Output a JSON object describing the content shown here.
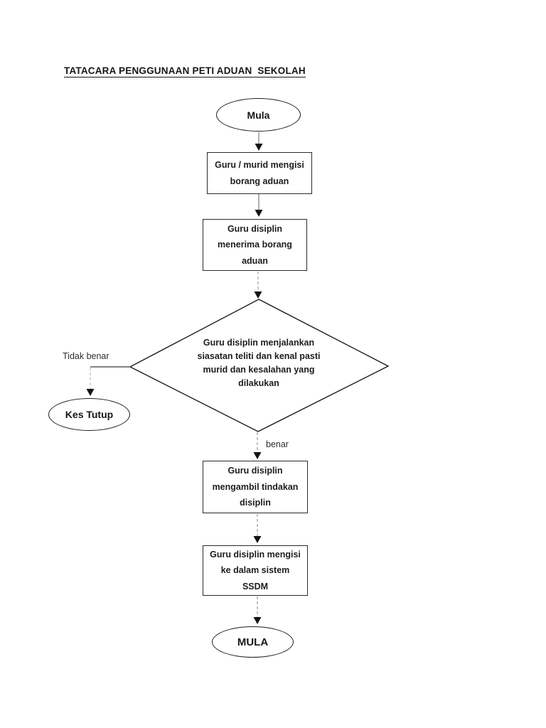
{
  "document": {
    "title": "TATACARA PENGGUNAAN PETI ADUAN  SEKOLAH"
  },
  "flowchart": {
    "start_oval": {
      "label": "Mula"
    },
    "step1": {
      "lines": [
        "Guru / murid mengisi",
        "borang aduan"
      ]
    },
    "step2": {
      "lines": [
        "Guru disiplin",
        "menerima borang",
        "aduan"
      ]
    },
    "decision": {
      "lines": [
        "Guru disiplin menjalankan",
        "siasatan teliti dan kenal pasti",
        "murid dan kesalahan yang",
        "dilakukan"
      ]
    },
    "branch_no": {
      "label": "Tidak benar"
    },
    "case_closed_oval": {
      "label": "Kes Tutup"
    },
    "branch_yes": {
      "label": "benar"
    },
    "step3": {
      "lines": [
        "Guru disiplin",
        "mengambil tindakan",
        "disiplin"
      ]
    },
    "step4": {
      "lines": [
        "Guru disiplin mengisi",
        "ke dalam sistem",
        "SSDM"
      ]
    },
    "end_oval": {
      "label": "MULA"
    }
  },
  "colors": {
    "page_background": "#ffffff",
    "shape_border": "#1c1c1c",
    "text": "#1d1d1d",
    "solid_connector": "#8f8f8f",
    "dashed_connector": "#b0b0b0",
    "arrowhead": "#141414"
  }
}
